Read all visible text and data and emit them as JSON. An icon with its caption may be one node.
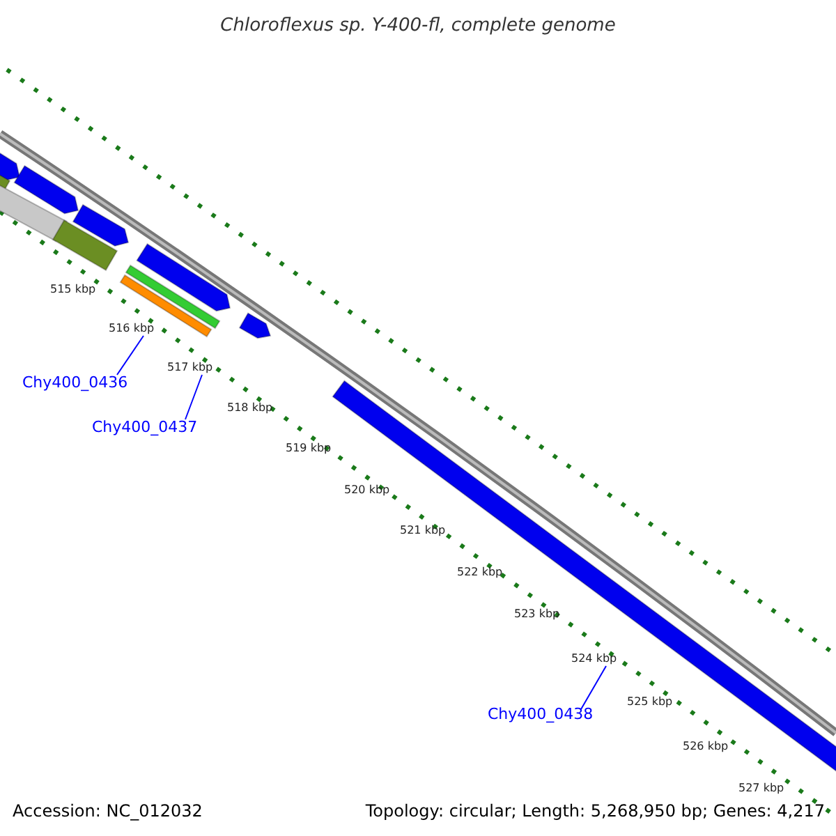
{
  "diagram": {
    "title": "Chloroflexus sp. Y-400-fl, complete genome",
    "nodes": [
      {
        "text": [
          "515 kbp"
        ]
      },
      {
        "text": [
          "516 kbp"
        ]
      },
      {
        "text": [
          "517 kbp"
        ]
      },
      {
        "text": [
          "518 kbp"
        ]
      },
      {
        "text": [
          "519 kbp"
        ]
      },
      {
        "text": [
          "520 kbp"
        ]
      },
      {
        "text": [
          "521 kbp"
        ]
      },
      {
        "text": [
          "522 kbp"
        ]
      },
      {
        "text": [
          "523 kbp"
        ]
      },
      {
        "text": [
          "524 kbp"
        ]
      },
      {
        "text": [
          "525 kbp"
        ]
      },
      {
        "text": [
          "526 kbp"
        ]
      },
      {
        "text": [
          "527 kbp"
        ]
      },
      {
        "text": [
          "Chy400_0436"
        ]
      },
      {
        "text": [
          "Chy400_0437"
        ]
      },
      {
        "text": [
          "Chy400_0438"
        ]
      }
    ],
    "edges": [
      {
        "from": 13,
        "to": 1,
        "arrow": "none"
      },
      {
        "from": 14,
        "to": 2,
        "arrow": "none"
      },
      {
        "from": 15,
        "to": 9,
        "arrow": "none"
      }
    ],
    "labels": [
      "Accession: NC_012032",
      "Topology: circular; Length: 5,268,950 bp; Genes: 4,217"
    ]
  }
}
